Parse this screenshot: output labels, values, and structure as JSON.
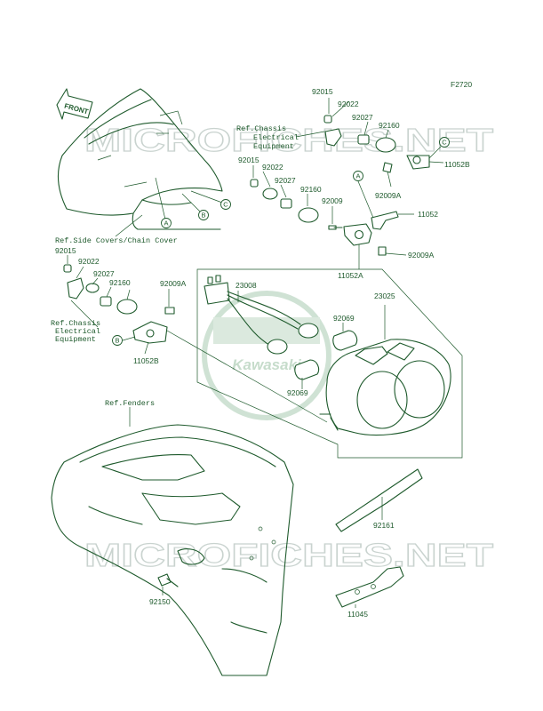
{
  "figure_code": "F2720",
  "front_label": "FRONT",
  "watermark": {
    "top": "MICROFICHES.NET",
    "bottom": "MICROFICHES.NET",
    "logo": "Kawasaki"
  },
  "ref_labels": {
    "chassis_top": [
      "Ref.Chassis",
      "Electrical",
      "Equipment"
    ],
    "side_covers": "Ref.Side Covers/Chain Cover",
    "chassis_left": [
      "Ref.Chassis",
      "Electrical",
      "Equipment"
    ],
    "fenders": "Ref.Fenders"
  },
  "callouts": {
    "A": "A",
    "B": "B",
    "C": "C"
  },
  "part_numbers": {
    "p92015_top": "92015",
    "p92022_top": "92022",
    "p92027_top": "92027",
    "p92160_top": "92160",
    "p11052B_top": "11052B",
    "p92009A_top": "92009A",
    "p92015_mid": "92015",
    "p92022_mid": "92022",
    "p92027_mid": "92027",
    "p92160_mid": "92160",
    "p92009_mid": "92009",
    "p11052": "11052",
    "p92009A_mid": "92009A",
    "p11052A": "11052A",
    "p92015_left": "92015",
    "p92022_left": "92022",
    "p92027_left": "92027",
    "p92160_left": "92160",
    "p92009A_left": "92009A",
    "p11052B_left": "11052B",
    "p23008": "23008",
    "p23025": "23025",
    "p92069_a": "92069",
    "p92069_b": "92069",
    "p92161": "92161",
    "p92150": "92150",
    "p11045": "11045"
  }
}
